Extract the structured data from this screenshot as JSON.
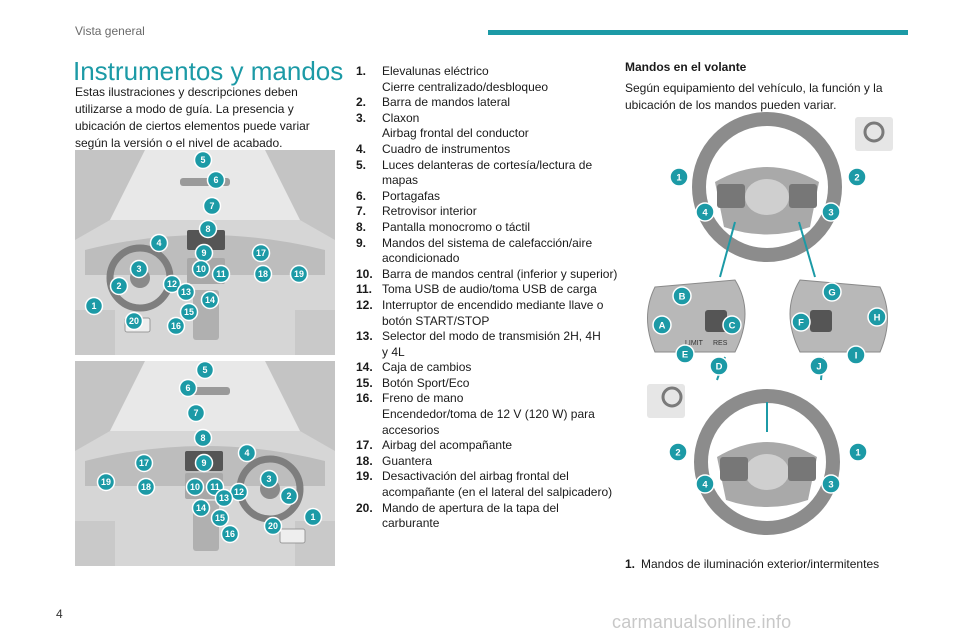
{
  "header": {
    "section": "Vista general"
  },
  "colors": {
    "accent": "#1c9aa6",
    "callout": "#1c9aa6"
  },
  "title": "Instrumentos y mandos",
  "intro": "Estas ilustraciones y descripciones deben utilizarse a modo de guía. La presencia y ubicación de ciertos elementos puede variar según la versión o el nivel de acabado.",
  "figures": {
    "lhd_callouts": [
      "5",
      "6",
      "7",
      "8",
      "4",
      "9",
      "17",
      "3",
      "10",
      "11",
      "18",
      "19",
      "12",
      "13",
      "2",
      "14",
      "1",
      "15",
      "20",
      "16"
    ],
    "rhd_callouts": [
      "5",
      "6",
      "7",
      "8",
      "4",
      "9",
      "17",
      "19",
      "18",
      "10",
      "11",
      "12",
      "3",
      "13",
      "2",
      "14",
      "15",
      "1",
      "20",
      "16"
    ]
  },
  "legend": [
    {
      "num": "1.",
      "lines": [
        "Elevalunas eléctrico",
        "Cierre centralizado/desbloqueo"
      ]
    },
    {
      "num": "2.",
      "lines": [
        "Barra de mandos lateral"
      ]
    },
    {
      "num": "3.",
      "lines": [
        "Claxon",
        "Airbag frontal del conductor"
      ]
    },
    {
      "num": "4.",
      "lines": [
        "Cuadro de instrumentos"
      ]
    },
    {
      "num": "5.",
      "lines": [
        "Luces delanteras de cortesía/lectura de",
        "mapas"
      ]
    },
    {
      "num": "6.",
      "lines": [
        "Portagafas"
      ]
    },
    {
      "num": "7.",
      "lines": [
        "Retrovisor interior"
      ]
    },
    {
      "num": "8.",
      "lines": [
        "Pantalla monocromo o táctil"
      ]
    },
    {
      "num": "9.",
      "lines": [
        "Mandos del sistema de calefacción/aire",
        "acondicionado"
      ]
    },
    {
      "num": "10.",
      "lines": [
        "Barra de mandos central (inferior y superior)"
      ]
    },
    {
      "num": "11.",
      "lines": [
        "Toma USB de audio/toma USB de carga"
      ]
    },
    {
      "num": "12.",
      "lines": [
        "Interruptor de encendido mediante llave o",
        "botón START/STOP"
      ]
    },
    {
      "num": "13.",
      "lines": [
        "Selector del modo de transmisión 2H, 4H",
        "y 4L"
      ]
    },
    {
      "num": "14.",
      "lines": [
        "Caja de cambios"
      ]
    },
    {
      "num": "15.",
      "lines": [
        "Botón Sport/Eco"
      ]
    },
    {
      "num": "16.",
      "lines": [
        "Freno de mano",
        "Encendedor/toma de 12 V (120 W) para",
        "accesorios"
      ]
    },
    {
      "num": "17.",
      "lines": [
        "Airbag del acompañante"
      ]
    },
    {
      "num": "18.",
      "lines": [
        "Guantera"
      ]
    },
    {
      "num": "19.",
      "lines": [
        "Desactivación del airbag frontal del",
        "acompañante (en el lateral del salpicadero)"
      ]
    },
    {
      "num": "20.",
      "lines": [
        "Mando de apertura de la tapa del",
        "carburante"
      ]
    }
  ],
  "wheel_section": {
    "title": "Mandos en el volante",
    "text": "Según equipamiento del vehículo, la función y la ubicación de los mandos pueden variar.",
    "wheel_callouts": [
      "1",
      "2",
      "4",
      "3"
    ],
    "left_pad_callouts": [
      "B",
      "A",
      "C",
      "E",
      "D"
    ],
    "right_pad_callouts": [
      "G",
      "F",
      "H",
      "J",
      "I"
    ],
    "pad_labels": {
      "limit": "LIMIT",
      "res": "RES"
    },
    "rhd_wheel_callouts": [
      "2",
      "1",
      "4",
      "3"
    ]
  },
  "bottom_item": {
    "num": "1.",
    "text": "Mandos de iluminación exterior/intermitentes"
  },
  "page_number": "4",
  "watermark": "carmanualsonline.info"
}
